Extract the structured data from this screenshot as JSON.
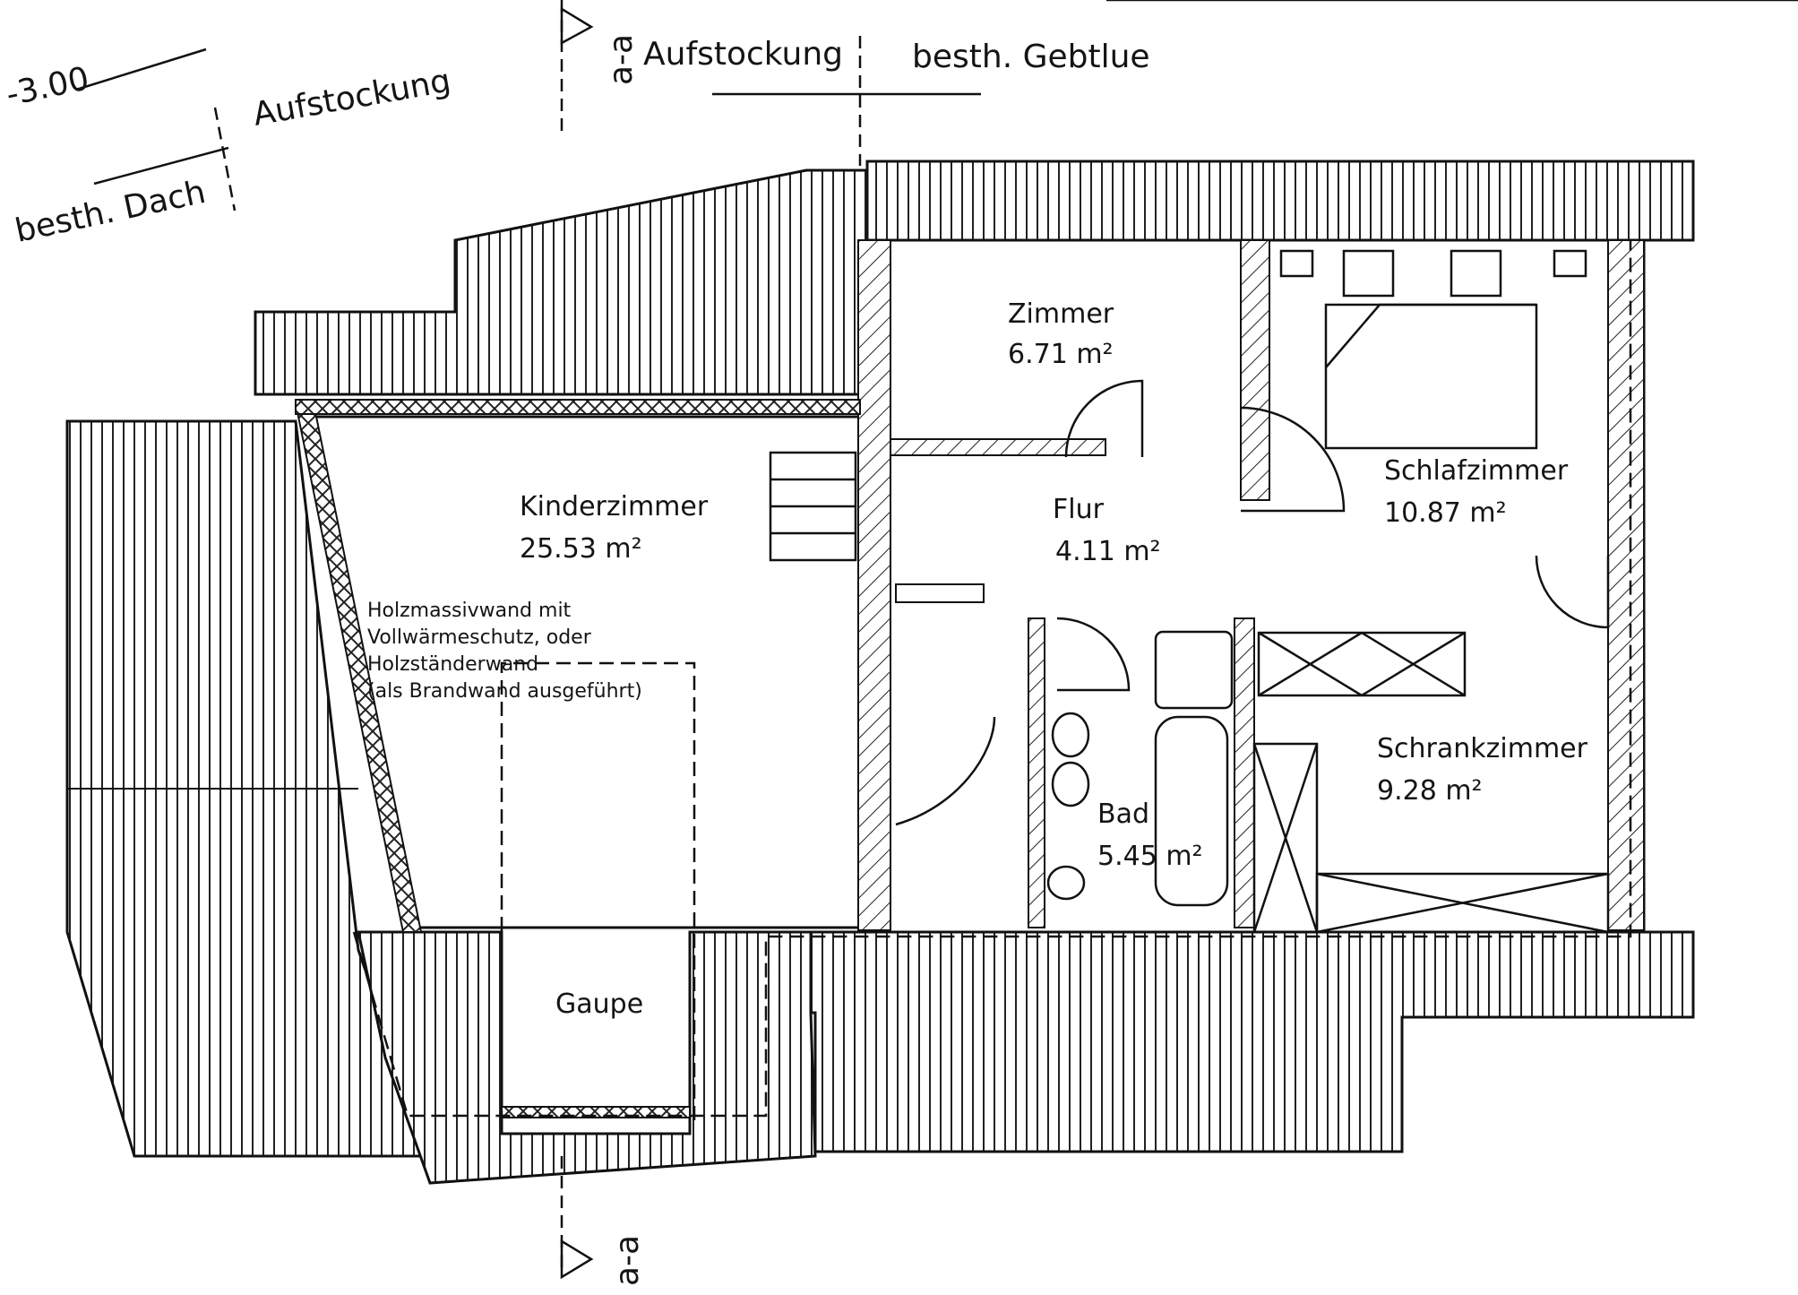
{
  "annotations": {
    "dim_left": "-3.00",
    "aufstockung_top": "Aufstockung",
    "aufstockung_left": "Aufstockung",
    "besth_dach": "besth. Dach",
    "besth_gebaeude": "besth. Gebtlue",
    "section_mark_top": "a-a",
    "section_mark_bottom": "a-a"
  },
  "rooms": [
    {
      "key": "zimmer",
      "name": "Zimmer",
      "area": "6.71 m²"
    },
    {
      "key": "kinderzimmer",
      "name": "Kinderzimmer",
      "area": "25.53 m²"
    },
    {
      "key": "flur",
      "name": "Flur",
      "area": "4.11 m²"
    },
    {
      "key": "schlafzimmer",
      "name": "Schlafzimmer",
      "area": "10.87 m²"
    },
    {
      "key": "schrankzimmer",
      "name": "Schrankzimmer",
      "area": "9.28 m²"
    },
    {
      "key": "bad",
      "name": "Bad",
      "area": "5.45 m²"
    },
    {
      "key": "gaupe",
      "name": "Gaupe",
      "area": ""
    }
  ],
  "wall_note": [
    "Holzmassivwand mit",
    "Vollwärmeschutz, oder",
    "Holzständerwand",
    "(als Brandwand ausgeführt)"
  ]
}
